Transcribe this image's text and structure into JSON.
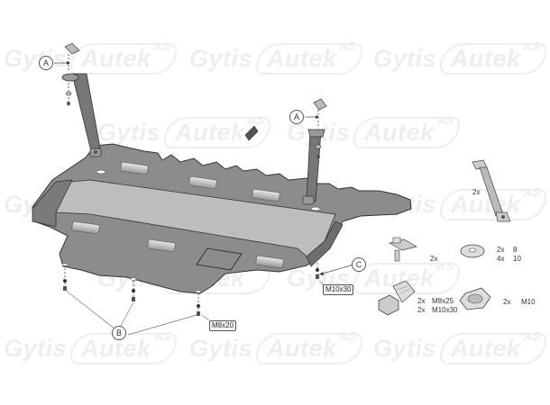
{
  "watermark": {
    "left_text": "Gytis",
    "brand_text": "Autek",
    "superscript": "AS",
    "color": "#eeeeee"
  },
  "callouts": {
    "a_left": "A",
    "a_right": "A",
    "b": "B",
    "c": "C"
  },
  "fastener_labels": {
    "c_bolt": "M10x30",
    "b_bolt": "M8x20"
  },
  "parts_list": {
    "bracket": {
      "qty": "2x"
    },
    "clip": {
      "qty": "2x"
    },
    "washer": {
      "rows": [
        {
          "qty": "2x",
          "size": "8"
        },
        {
          "qty": "4x",
          "size": "10"
        }
      ]
    },
    "bolt": {
      "rows": [
        {
          "qty": "2x",
          "size": "M8x25"
        },
        {
          "qty": "2x",
          "size": "M10x30"
        }
      ]
    },
    "nut": {
      "qty": "2x",
      "size": "M10"
    }
  },
  "colors": {
    "plate_dark": "#8a8a8a",
    "plate_light": "#bdbdbd",
    "outline": "#3a3a3a"
  }
}
